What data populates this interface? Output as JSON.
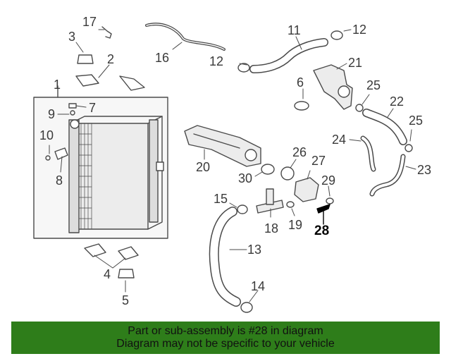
{
  "callouts": [
    {
      "n": "1"
    },
    {
      "n": "2"
    },
    {
      "n": "3"
    },
    {
      "n": "4"
    },
    {
      "n": "5"
    },
    {
      "n": "6"
    },
    {
      "n": "7"
    },
    {
      "n": "8"
    },
    {
      "n": "9"
    },
    {
      "n": "10"
    },
    {
      "n": "11"
    },
    {
      "n": "12"
    },
    {
      "n": "12"
    },
    {
      "n": "13"
    },
    {
      "n": "14"
    },
    {
      "n": "15"
    },
    {
      "n": "16"
    },
    {
      "n": "17"
    },
    {
      "n": "18"
    },
    {
      "n": "19"
    },
    {
      "n": "20"
    },
    {
      "n": "21"
    },
    {
      "n": "22"
    },
    {
      "n": "23"
    },
    {
      "n": "24"
    },
    {
      "n": "25"
    },
    {
      "n": "25"
    },
    {
      "n": "26"
    },
    {
      "n": "27"
    },
    {
      "n": "28"
    },
    {
      "n": "29"
    },
    {
      "n": "30"
    }
  ],
  "highlight_part": "28",
  "banner": {
    "line1": "Part or sub-assembly is #28 in diagram",
    "line2": "Diagram may not be specific to your vehicle"
  },
  "colors": {
    "banner_bg": "#2e7d1a",
    "line": "#4a4a4a",
    "part_fill": "#e8e8e8"
  }
}
